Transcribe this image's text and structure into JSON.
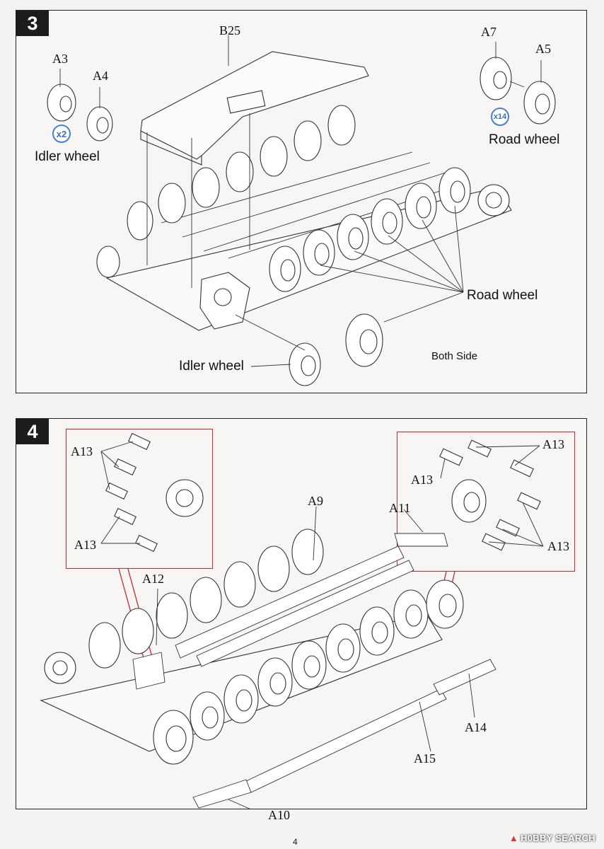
{
  "steps": [
    {
      "number": "3",
      "labels": {
        "b25": "B25",
        "a3": "A3",
        "a4": "A4",
        "a7": "A7",
        "a5": "A5"
      },
      "idler_qty": "x2",
      "road_qty": "x14",
      "captions": {
        "idler_top": "Idler wheel",
        "road_top": "Road wheel",
        "road_mid": "Road wheel",
        "idler_bottom": "Idler wheel",
        "both_side": "Both Side"
      }
    },
    {
      "number": "4",
      "labels": {
        "a13_tl": "A13",
        "a13_bl": "A13",
        "a13_tr": "A13",
        "a13_ml": "A13",
        "a13_br": "A13",
        "a9": "A9",
        "a11": "A11",
        "a12": "A12",
        "a14": "A14",
        "a15": "A15",
        "a10": "A10"
      }
    }
  ],
  "footer": {
    "page_number": "4",
    "watermark": "H0BBY SEARCH",
    "watermark_icon": "hobby-search-logo-icon"
  },
  "colors": {
    "detail_frame": "#c8282e",
    "qty_badge": "#4a7fd0"
  }
}
